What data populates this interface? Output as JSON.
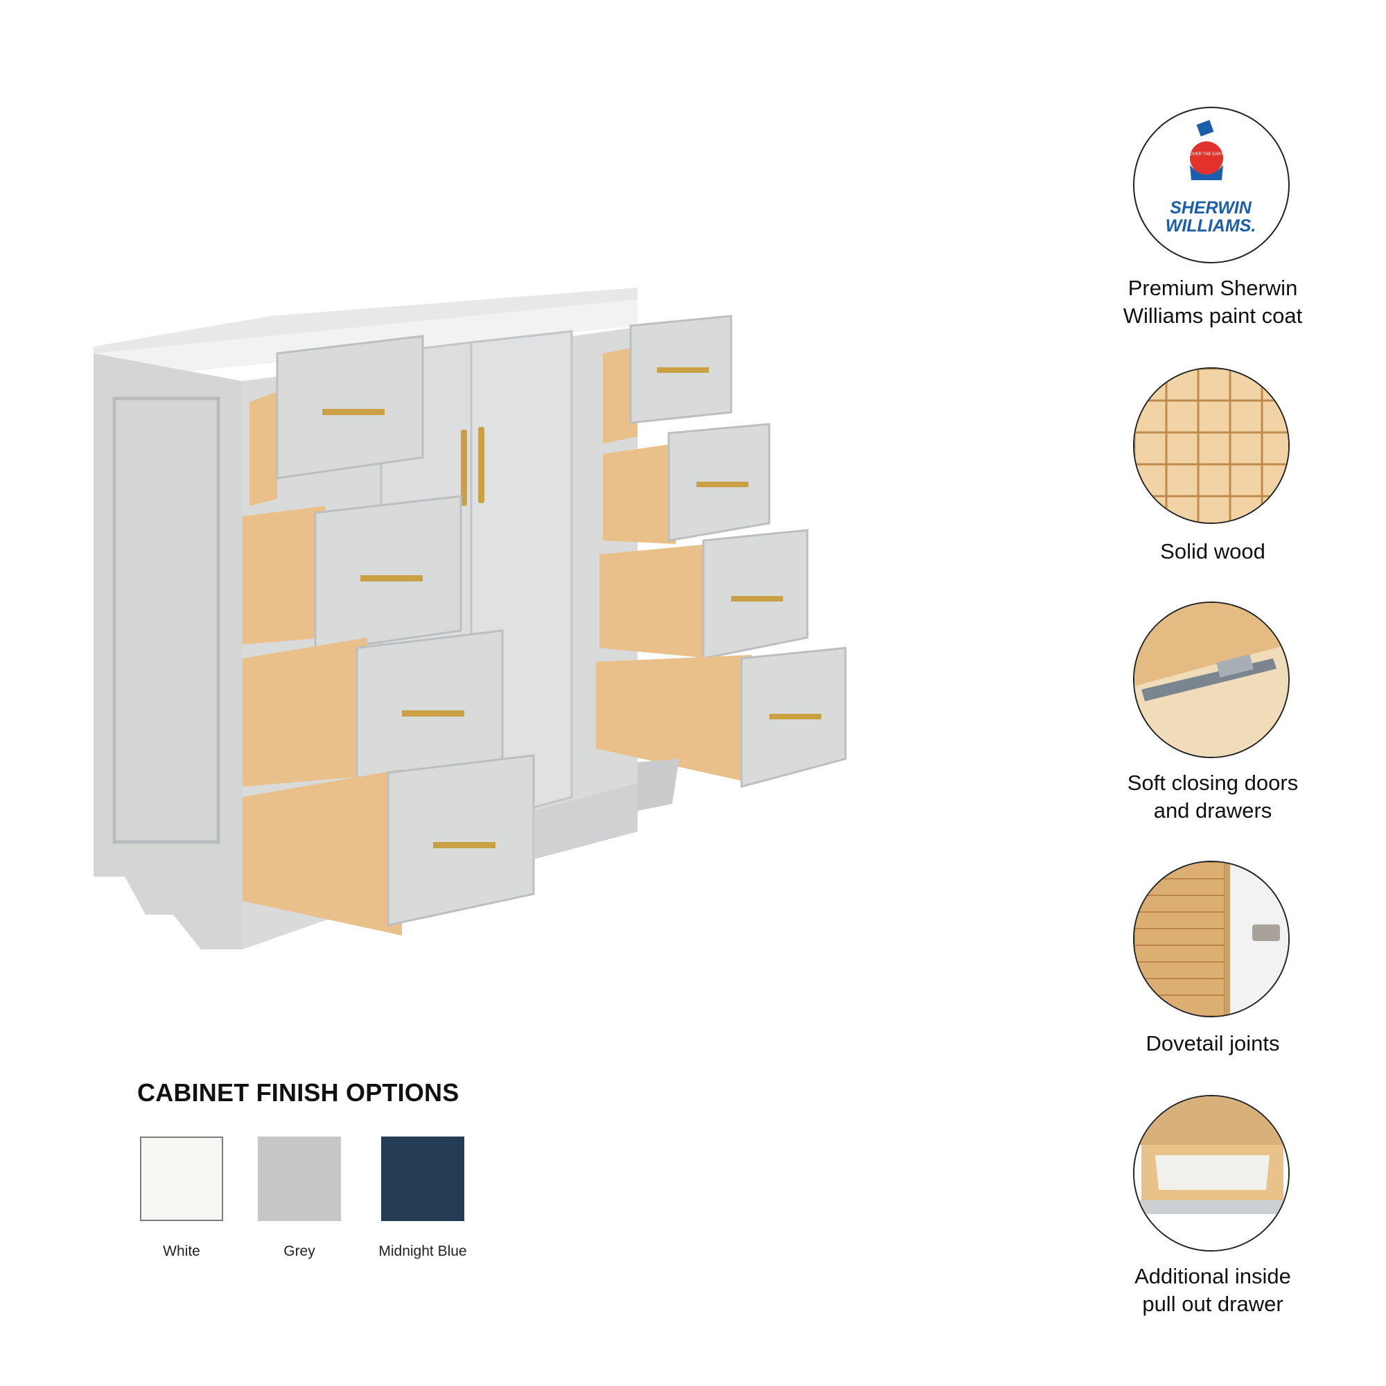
{
  "finish_options": {
    "title": "CABINET FINISH OPTIONS",
    "swatches": [
      {
        "label": "White",
        "color": "#f7f6f2"
      },
      {
        "label": "Grey",
        "color": "#c5c7c5"
      },
      {
        "label": "Midnight Blue",
        "color": "#243c54"
      }
    ]
  },
  "features": [
    {
      "label_line1": "Premium Sherwin",
      "label_line2": "Williams paint coat",
      "icon": "sherwin-williams-logo"
    },
    {
      "label_line1": "Solid wood",
      "label_line2": "",
      "icon": "wood-blocks-icon"
    },
    {
      "label_line1": "Soft closing doors",
      "label_line2": "and drawers",
      "icon": "drawer-slide-icon"
    },
    {
      "label_line1": "Dovetail joints",
      "label_line2": "",
      "icon": "dovetail-joint-icon"
    },
    {
      "label_line1": "Additional inside",
      "label_line2": "pull out drawer",
      "icon": "pullout-drawer-icon"
    }
  ],
  "logo": {
    "brand_line1": "SHERWIN",
    "brand_line2": "WILLIAMS.",
    "globe_text": "COVER THE EARTH"
  },
  "colors": {
    "cabinet": "#d4d6d6",
    "cabinet_shadow": "#b9bcbd",
    "wood": "#e9c08a",
    "wood_dark": "#c99a5c",
    "handle": "#c9a043",
    "brand_blue": "#1b5eab",
    "brand_red": "#e2322b"
  }
}
